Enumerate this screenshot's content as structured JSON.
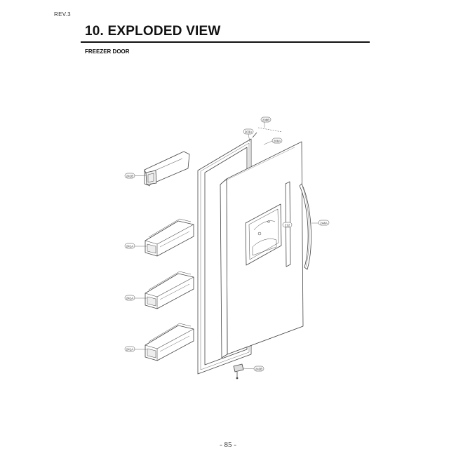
{
  "header": {
    "rev": "REV.3",
    "title": "10. EXPLODED VIEW",
    "subtitle": "FREEZER DOOR"
  },
  "footer": {
    "page": "- 85 -"
  },
  "callouts": {
    "c208b": "208B",
    "c203a": "203A",
    "c208a": "208A",
    "c241b": "241B",
    "c241a_1": "241A",
    "c241a_2": "241A",
    "c241a_3": "241A",
    "c212": "212",
    "c244a": "244A",
    "c243b": "243B"
  }
}
